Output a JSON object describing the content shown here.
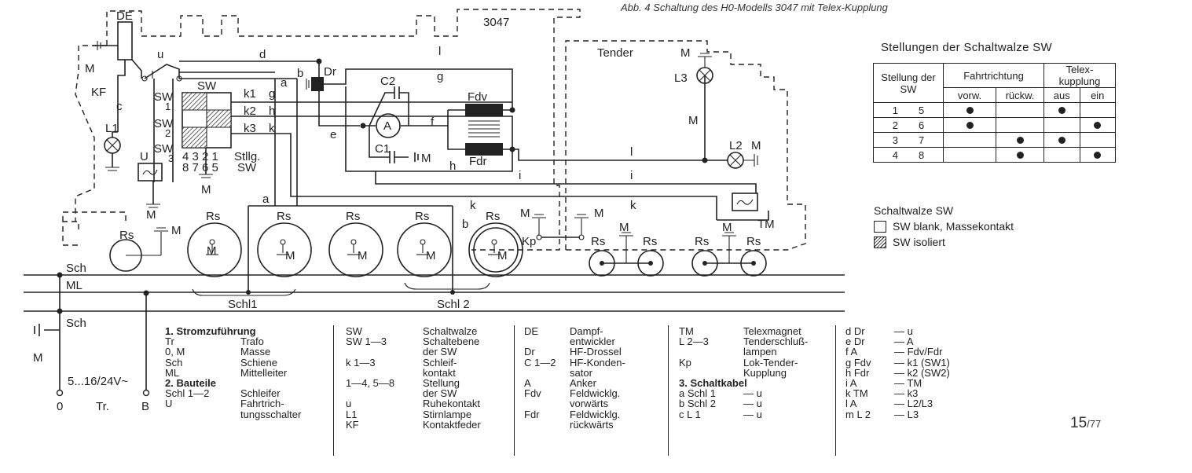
{
  "caption": "Abb. 4   Schaltung des H0-Modells 3047 mit Telex-Kupplung",
  "page_number": {
    "main": "15",
    "sub": "/77"
  },
  "diagram": {
    "model_number": "3047",
    "labels": {
      "de": "DE",
      "m": "M",
      "kf": "KF",
      "c": "c",
      "u": "u",
      "d": "d",
      "a": "a",
      "b": "b",
      "dr": "Dr",
      "sw": "SW",
      "sw1a": "SW",
      "sw1b": "1",
      "sw2a": "SW",
      "sw2b": "2",
      "sw3a": "SW",
      "sw3b": "3",
      "k1": "k1",
      "k2": "k2",
      "k3": "k3",
      "g": "g",
      "h": "h",
      "k": "k",
      "e": "e",
      "f": "f",
      "l": "l",
      "i": "i",
      "c2": "C2",
      "c1": "C1",
      "a_motor": "A",
      "fdv": "Fdv",
      "fdr": "Fdr",
      "l1": "L1",
      "l2": "L2",
      "l3": "L3",
      "u_switch": "U",
      "tender": "Tender",
      "tm": "TM",
      "kp": "Kp",
      "rs": "Rs",
      "sch": "Sch",
      "ml": "ML",
      "schl1": "Schl1",
      "schl2": "Schl 2",
      "stellung_row1": "4  3   2  1",
      "stellung_row2": "8  7   6  5",
      "stllg": "Stllg.",
      "stllg_sw": "SW",
      "voltage": "5...16/24V~",
      "zero": "0",
      "tr": "Tr.",
      "b_term": "B"
    }
  },
  "position_table": {
    "title": "Stellungen der Schaltwalze SW",
    "headers": {
      "stellung": "Stellung der SW",
      "fahrtrichtung": "Fahrtrichtung",
      "telex": "Telex- kupplung",
      "vorw": "vorw.",
      "rueckw": "rückw.",
      "aus": "aus",
      "ein": "ein"
    },
    "rows": [
      {
        "a": "1",
        "b": "5",
        "vorw": true,
        "rueckw": false,
        "aus": true,
        "ein": false
      },
      {
        "a": "2",
        "b": "6",
        "vorw": true,
        "rueckw": false,
        "aus": false,
        "ein": true
      },
      {
        "a": "3",
        "b": "7",
        "vorw": false,
        "rueckw": true,
        "aus": true,
        "ein": false
      },
      {
        "a": "4",
        "b": "8",
        "vorw": false,
        "rueckw": true,
        "aus": false,
        "ein": true
      }
    ]
  },
  "legend_sw": {
    "title": "Schaltwalze SW",
    "blank": "SW blank, Massekontakt",
    "isoliert": "SW isoliert"
  },
  "legend": {
    "col1": [
      [
        "1. Stromzuführung",
        ""
      ],
      [
        "Tr",
        "Trafo"
      ],
      [
        "0, M",
        "Masse"
      ],
      [
        "Sch",
        "Schiene"
      ],
      [
        "ML",
        "Mittelleiter"
      ],
      [
        "",
        ""
      ],
      [
        "",
        ""
      ],
      [
        "2. Bauteile",
        ""
      ],
      [
        "Schl 1—2",
        "Schleifer"
      ],
      [
        "U",
        "Fahrtrich-"
      ],
      [
        "",
        "tungsschalter"
      ]
    ],
    "col2": [
      [
        "SW",
        "Schaltwalze"
      ],
      [
        "SW 1—3",
        "Schaltebene"
      ],
      [
        "",
        "der SW"
      ],
      [
        "k 1—3",
        "Schleif-"
      ],
      [
        "",
        "kontakt"
      ],
      [
        "1—4, 5—8",
        "Stellung"
      ],
      [
        "",
        "der SW"
      ],
      [
        "u",
        "Ruhekontakt"
      ],
      [
        "L1",
        "Stirnlampe"
      ],
      [
        "KF",
        "Kontaktfeder"
      ]
    ],
    "col3": [
      [
        "DE",
        "Dampf-"
      ],
      [
        "",
        "entwickler"
      ],
      [
        "Dr",
        "HF-Drossel"
      ],
      [
        "C 1—2",
        "HF-Konden-"
      ],
      [
        "",
        "sator"
      ],
      [
        "A",
        "Anker"
      ],
      [
        "Fdv",
        "Feldwicklg."
      ],
      [
        "",
        "vorwärts"
      ],
      [
        "Fdr",
        "Feldwicklg."
      ],
      [
        "",
        "rückwärts"
      ]
    ],
    "col4": [
      [
        "TM",
        "Telexmagnet"
      ],
      [
        "L 2—3",
        "Tenderschluß-"
      ],
      [
        "",
        "lampen"
      ],
      [
        "Kp",
        "Lok-Tender-"
      ],
      [
        "",
        "Kupplung"
      ],
      [
        "",
        ""
      ],
      [
        "",
        ""
      ],
      [
        "3. Schaltkabel",
        ""
      ],
      [
        "a Schl 1",
        "— u"
      ],
      [
        "b Schl 2",
        "— u"
      ],
      [
        "c L 1",
        "— u"
      ]
    ],
    "col5": [
      [
        "d Dr",
        "— u"
      ],
      [
        "e Dr",
        "— A"
      ],
      [
        "f A",
        "— Fdv/Fdr"
      ],
      [
        "g Fdv",
        "— k1 (SW1)"
      ],
      [
        "h Fdr",
        "— k2 (SW2)"
      ],
      [
        "i A",
        "— TM"
      ],
      [
        "k TM",
        "— k3"
      ],
      [
        "l A",
        "— L2/L3"
      ],
      [
        "m L 2",
        "— L3"
      ]
    ]
  }
}
